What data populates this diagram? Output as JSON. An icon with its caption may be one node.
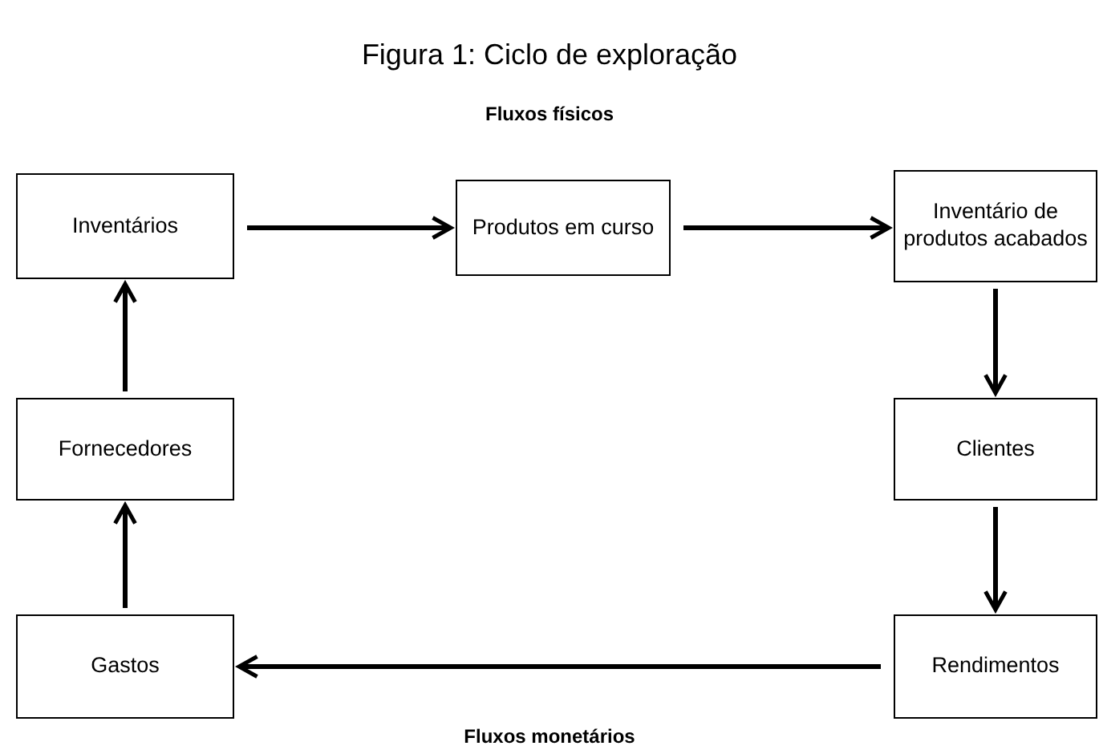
{
  "diagram": {
    "title": "Figura 1: Ciclo de exploração",
    "nodes": [
      {
        "text": [
          "Inventários"
        ]
      },
      {
        "text": [
          "Produtos em curso"
        ]
      },
      {
        "text": [
          "Inventário de produtos acabados"
        ]
      },
      {
        "text": [
          "Clientes"
        ]
      },
      {
        "text": [
          "Rendimentos"
        ]
      },
      {
        "text": [
          "Gastos"
        ]
      },
      {
        "text": [
          "Fornecedores"
        ]
      }
    ],
    "edges": [
      {
        "from": 0,
        "to": 1,
        "arrow": "to"
      },
      {
        "from": 1,
        "to": 2,
        "arrow": "to"
      },
      {
        "from": 2,
        "to": 3,
        "arrow": "to"
      },
      {
        "from": 3,
        "to": 4,
        "arrow": "to"
      },
      {
        "from": 4,
        "to": 5,
        "arrow": "to"
      },
      {
        "from": 5,
        "to": 6,
        "arrow": "to"
      },
      {
        "from": 6,
        "to": 0,
        "arrow": "to"
      }
    ],
    "labels": [
      "Fluxos físicos",
      "Fluxos monetários"
    ]
  }
}
